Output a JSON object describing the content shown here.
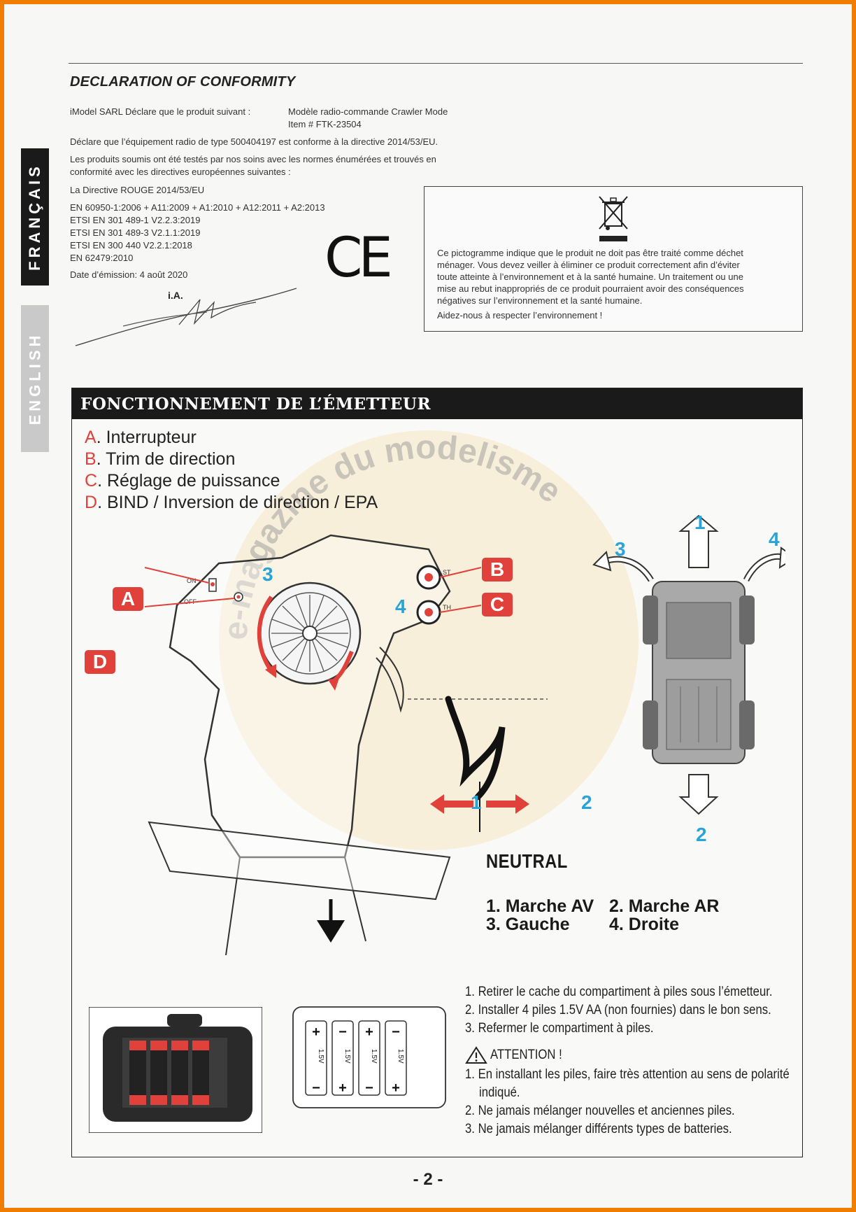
{
  "side_tabs": {
    "french": "FRANÇAIS",
    "english": "ENGLISH"
  },
  "declaration": {
    "title": "DECLARATION OF CONFORMITY",
    "company_line": "iModel SARL Déclare que le produit suivant :",
    "product_line1": "Modèle radio-commande Crawler Mode",
    "product_line2": "Item # FTK-23504",
    "radio_line": "Déclare que l’équipement radio de type 500404197 est conforme à la directive 2014/53/EU.",
    "tested_line1": "Les produits soumis ont été testés par nos soins avec les normes énumérées et trouvés en",
    "tested_line2": "conformité avec les directives européennes suivantes :",
    "directive": "La Directive ROUGE 2014/53/EU",
    "standards": [
      "EN 60950-1:2006 + A11:2009 + A1:2010 + A12:2011 + A2:2013",
      "ETSI EN 301 489-1 V2.2.3:2019",
      "ETSI EN 301 489-3 V2.1.1:2019",
      "ETSI EN 300 440 V2.2.1:2018",
      "EN 62479:2010"
    ],
    "emission_date": "Date d’émission: 4 août 2020",
    "signature_label": "i.A.",
    "ce_mark": "CE"
  },
  "weee": {
    "icon": "crossed-out-bin-icon",
    "lines": [
      "Ce pictogramme indique que le produit ne doit pas être traité comme déchet",
      "ménager. Vous devez veiller à éliminer ce produit correctement afin d’éviter",
      "toute atteinte à l’environnement et à la santé humaine. Un traitement ou une",
      "mise au rebut inappropriés de ce produit pourraient avoir des conséquences",
      "négatives sur l’environnement et la santé humaine."
    ],
    "help": "Aidez-nous à respecter l’environnement !"
  },
  "section": {
    "title": "FONCTIONNEMENT DE L’ÉMETTEUR",
    "legend": [
      {
        "letter": "A",
        "text": ". Interrupteur"
      },
      {
        "letter": "B",
        "text": ". Trim de direction"
      },
      {
        "letter": "C",
        "text": ". Réglage de puissance"
      },
      {
        "letter": "D",
        "text": ". BIND / Inversion de direction / EPA"
      }
    ],
    "callouts": {
      "a": "A",
      "b": "B",
      "c": "C",
      "d": "D"
    },
    "switch_on": "ON",
    "switch_off": "OFF",
    "trim_st": "ST",
    "trim_th": "TH",
    "numbers": {
      "n1": "1",
      "n2": "2",
      "n3": "3",
      "n4": "4"
    },
    "neutral": "NEUTRAL",
    "directions": {
      "d1": "1. Marche AV",
      "d2": "2. Marche AR",
      "d3": "3. Gauche",
      "d4": "4. Droite"
    },
    "battery_label": "1.5V",
    "steps": [
      "1. Retirer le cache du compartiment à piles sous l’émetteur.",
      "2. Installer 4 piles 1.5V AA (non fournies) dans le bon sens.",
      "3. Refermer le compartiment à piles."
    ],
    "attention": "ATTENTION !",
    "warnings": [
      "1. En installant les piles, faire très attention au sens de polarité",
      "indiqué.",
      "2. Ne jamais mélanger nouvelles et anciennes piles.",
      "3. Ne jamais mélanger différents types de batteries."
    ],
    "watermark": "e-magazine du modelisme"
  },
  "page_number": "- 2 -",
  "colors": {
    "frame": "#f07d00",
    "accent_red": "#e0413a",
    "accent_blue": "#2aa3d6",
    "header_bg": "#1a1a1a"
  }
}
